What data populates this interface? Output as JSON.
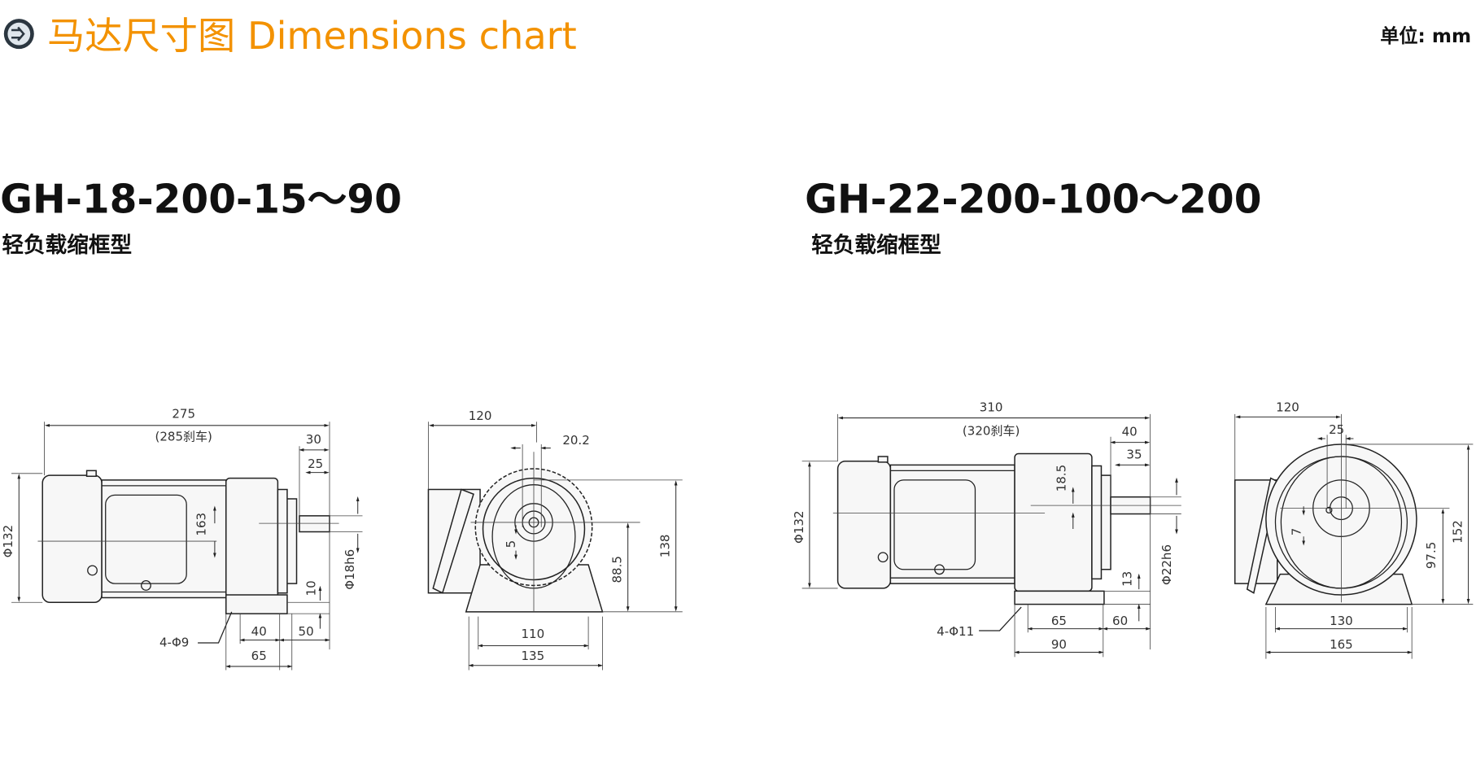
{
  "header": {
    "icon": "circle-arrow-right-icon",
    "title": "马达尺寸图 Dimensions chart",
    "unit": "单位: mm",
    "accent": "#f39200"
  },
  "models": [
    {
      "name": "GH-18-200-15～90",
      "subtitle": "轻负载缩框型",
      "side": {
        "length": "275",
        "length_brake": "(285刹车)",
        "shaft_len": "30",
        "key_len": "25",
        "dia": "Φ132",
        "offset": "163",
        "shaft_dia": "Φ18h6",
        "foot_h": "10",
        "holes": "4-Φ9",
        "foot_a": "40",
        "foot_b": "50",
        "foot_c": "65"
      },
      "front": {
        "width": "120",
        "key_w": "20.2",
        "key_d": "5",
        "center_h": "88.5",
        "height": "138",
        "foot_a": "110",
        "foot_b": "135"
      }
    },
    {
      "name": "GH-22-200-100～200",
      "subtitle": "轻负载缩框型",
      "side": {
        "length": "310",
        "length_brake": "(320刹车)",
        "shaft_len": "40",
        "key_len": "35",
        "dia": "Φ132",
        "offset": "18.5",
        "shaft_dia": "Φ22h6",
        "foot_h": "13",
        "holes": "4-Φ11",
        "foot_a": "65",
        "foot_b": "60",
        "foot_c": "90"
      },
      "front": {
        "width": "120",
        "key_w": "25",
        "key_d": "7",
        "center_h": "97.5",
        "height": "152",
        "foot_a": "130",
        "foot_b": "165"
      }
    }
  ]
}
